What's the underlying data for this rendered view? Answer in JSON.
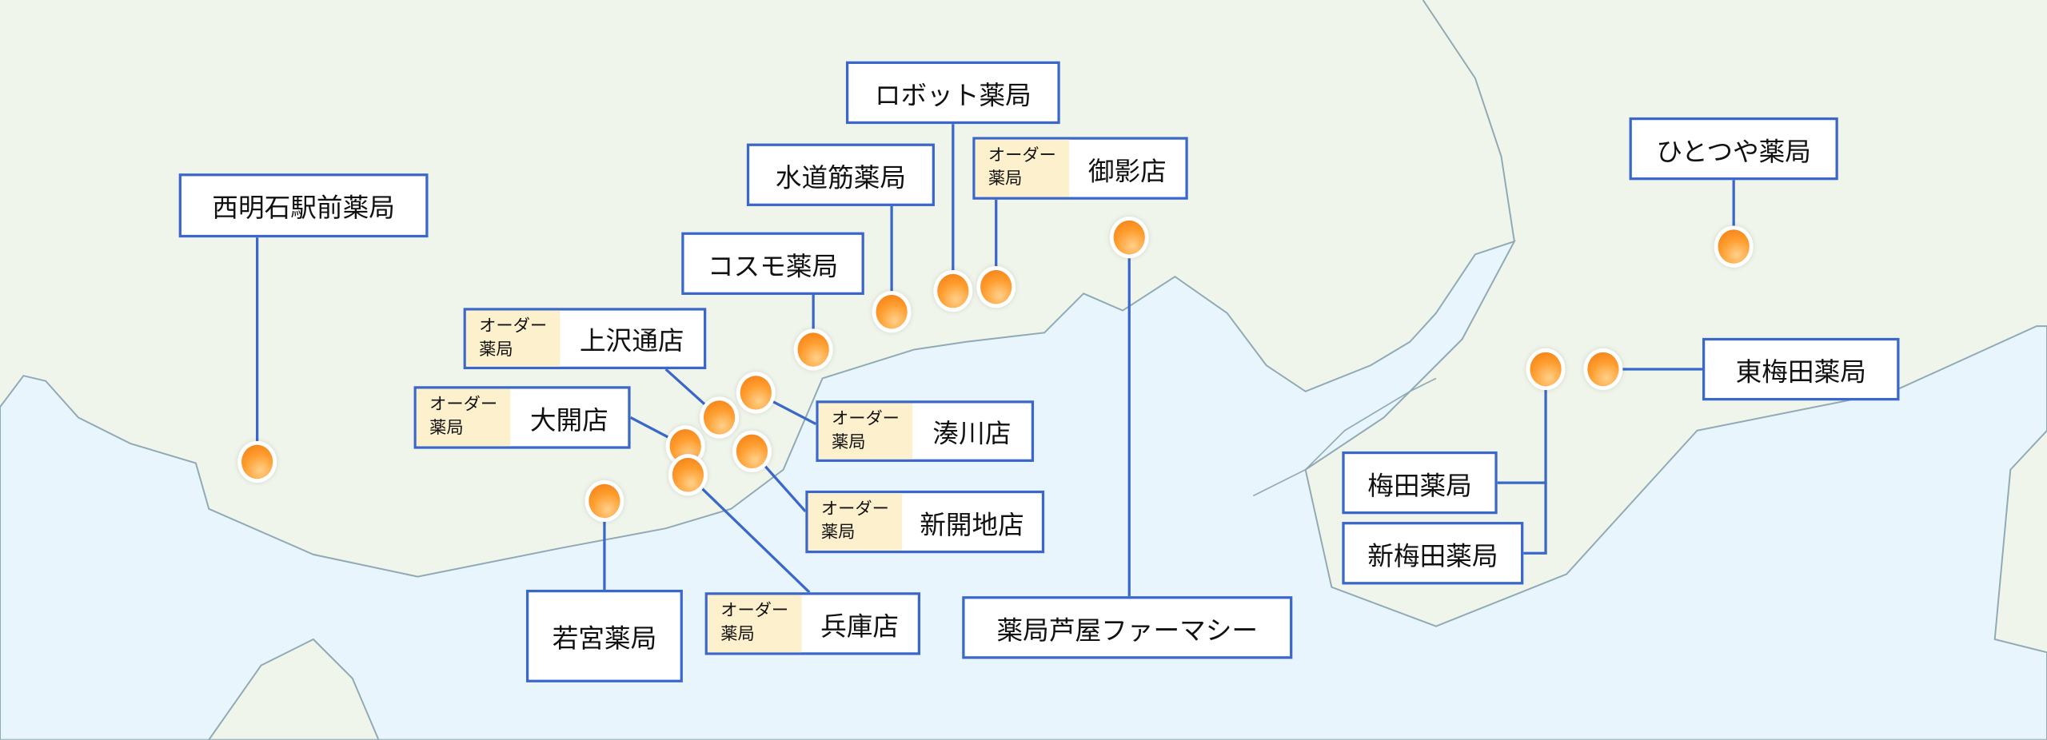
{
  "order_tag": {
    "line1": "オーダー",
    "line2": "薬局"
  },
  "stores": [
    {
      "id": "nishiakashi",
      "name": "西明石駅前薬局"
    },
    {
      "id": "robot",
      "name": "ロボット薬局"
    },
    {
      "id": "suidosuji",
      "name": "水道筋薬局"
    },
    {
      "id": "mikage",
      "name": "御影店",
      "order": true
    },
    {
      "id": "cosmo",
      "name": "コスモ薬局"
    },
    {
      "id": "kamisawadori",
      "name": "上沢通店",
      "order": true
    },
    {
      "id": "daikai",
      "name": "大開店",
      "order": true
    },
    {
      "id": "minatogawa",
      "name": "湊川店",
      "order": true
    },
    {
      "id": "shinkaichi",
      "name": "新開地店",
      "order": true
    },
    {
      "id": "hyogo",
      "name": "兵庫店",
      "order": true
    },
    {
      "id": "wakamiya",
      "name": "若宮薬局"
    },
    {
      "id": "ashiya",
      "name": "薬局芦屋ファーマシー"
    },
    {
      "id": "hitotsuya",
      "name": "ひとつや薬局"
    },
    {
      "id": "higashiumeda",
      "name": "東梅田薬局"
    },
    {
      "id": "umeda",
      "name": "梅田薬局"
    },
    {
      "id": "shinumeda",
      "name": "新梅田薬局"
    }
  ],
  "colors": {
    "land": "#eff5ea",
    "sea": "#e8f5fc",
    "coast": "#8fa9b5",
    "leader": "#3a67c9",
    "pin": "#ff9d2e",
    "order_tag_bg": "#fdf0cc"
  }
}
